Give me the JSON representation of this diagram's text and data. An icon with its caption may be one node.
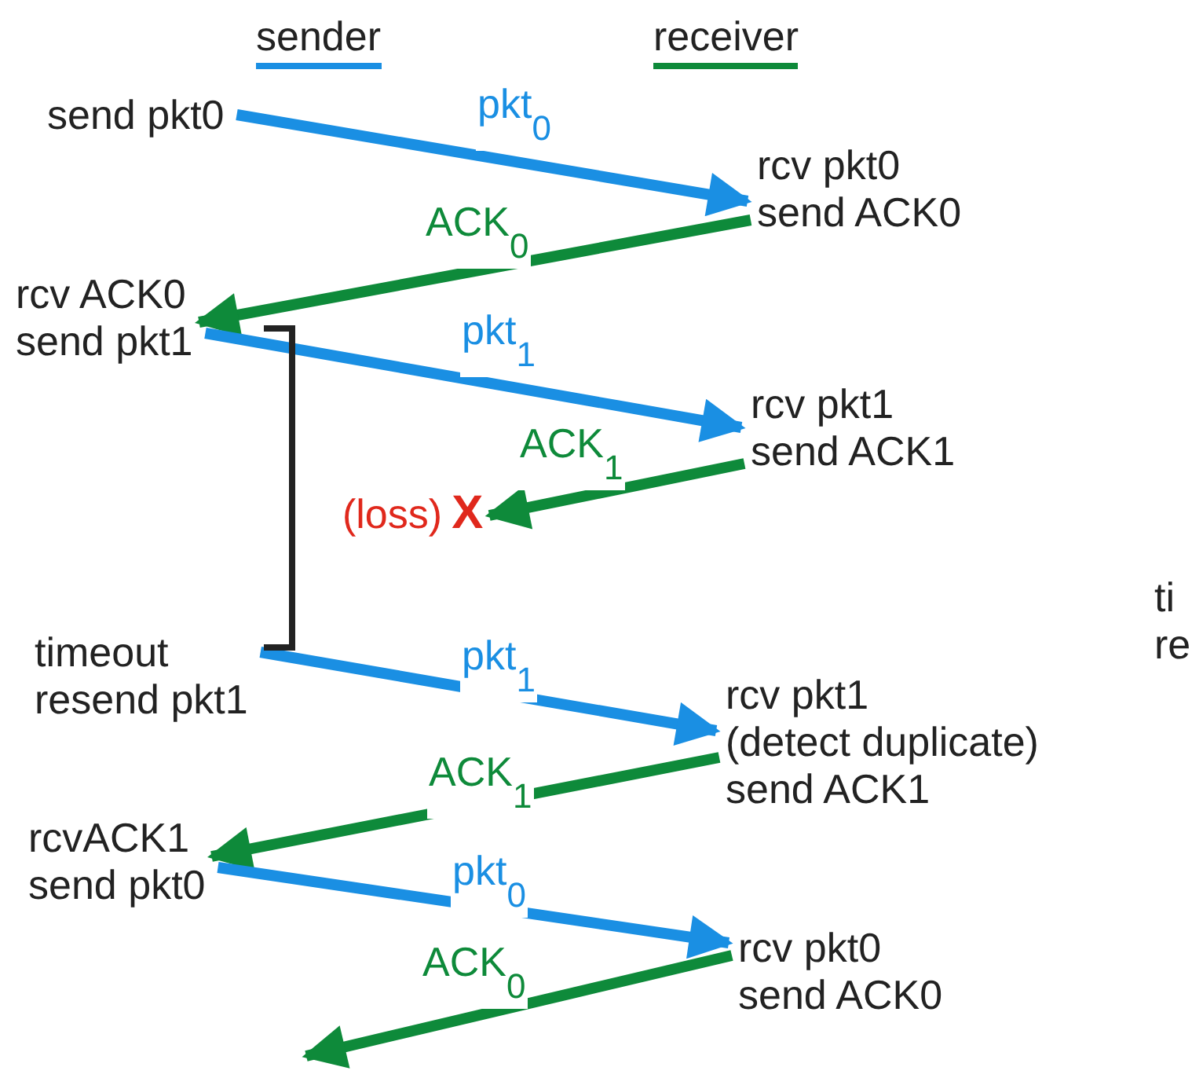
{
  "diagram": {
    "nodes": [
      {
        "text": [
          "send pkt0"
        ]
      },
      {
        "text": [
          "rcv pkt0",
          "send ACK0"
        ]
      },
      {
        "text": [
          "rcv ACK0",
          "send pkt1"
        ]
      },
      {
        "text": [
          "rcv pkt1",
          "send ACK1"
        ]
      },
      {
        "text": [
          "(loss)",
          "X"
        ]
      },
      {
        "text": [
          "timeout",
          "resend pkt1"
        ]
      },
      {
        "text": [
          "rcv pkt1",
          "(detect duplicate)",
          "send ACK1"
        ]
      },
      {
        "text": [
          "rcvACK1",
          "send pkt0"
        ]
      },
      {
        "text": [
          "rcv pkt0",
          "send ACK0"
        ]
      }
    ],
    "edges": [
      {
        "from": 0,
        "to": 1,
        "arrow": "to",
        "label": "pkt$_{0}$",
        "color": "#1a8fe3"
      },
      {
        "from": 1,
        "to": 2,
        "arrow": "to",
        "label": "ACK$_{0}$",
        "color": "#0e8a3a"
      },
      {
        "from": 2,
        "to": 3,
        "arrow": "to",
        "label": "pkt$_{1}$",
        "color": "#1a8fe3"
      },
      {
        "from": 3,
        "to": 4,
        "arrow": "to",
        "label": "ACK$_{1}$",
        "color": "#0e8a3a"
      },
      {
        "from": 5,
        "to": 6,
        "arrow": "to",
        "label": "pkt$_{1}$",
        "color": "#1a8fe3"
      },
      {
        "from": 6,
        "to": 7,
        "arrow": "to",
        "label": "ACK$_{1}$",
        "color": "#0e8a3a"
      },
      {
        "from": 7,
        "to": 8,
        "arrow": "to",
        "label": "pkt$_{0}$",
        "color": "#1a8fe3"
      },
      {
        "from": 8,
        "to": null,
        "arrow": "to",
        "label": "ACK$_{0}$",
        "color": "#0e8a3a"
      }
    ],
    "labels": [
      "sender",
      "receiver",
      "ti",
      "re"
    ]
  }
}
